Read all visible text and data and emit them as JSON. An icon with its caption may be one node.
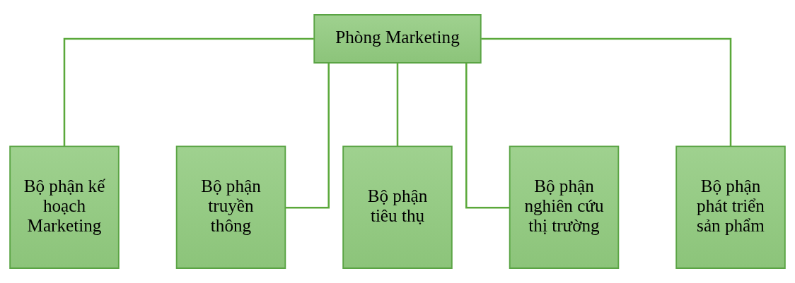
{
  "diagram": {
    "nodes": [
      {
        "text": [
          "Phòng Marketing"
        ]
      },
      {
        "text": [
          "Bộ phận kế hoạch Marketing"
        ]
      },
      {
        "text": [
          "Bộ phận truyền thông"
        ]
      },
      {
        "text": [
          "Bộ phận tiêu thụ"
        ]
      },
      {
        "text": [
          "Bộ phận nghiên cứu thị trường"
        ]
      },
      {
        "text": [
          "Bộ phận phát triển sản phẩm"
        ]
      }
    ],
    "edges": [
      {
        "from": 0,
        "to": 1,
        "arrow": "none"
      },
      {
        "from": 0,
        "to": 2,
        "arrow": "none"
      },
      {
        "from": 0,
        "to": 3,
        "arrow": "none"
      },
      {
        "from": 0,
        "to": 4,
        "arrow": "none"
      },
      {
        "from": 0,
        "to": 5,
        "arrow": "none"
      }
    ]
  }
}
